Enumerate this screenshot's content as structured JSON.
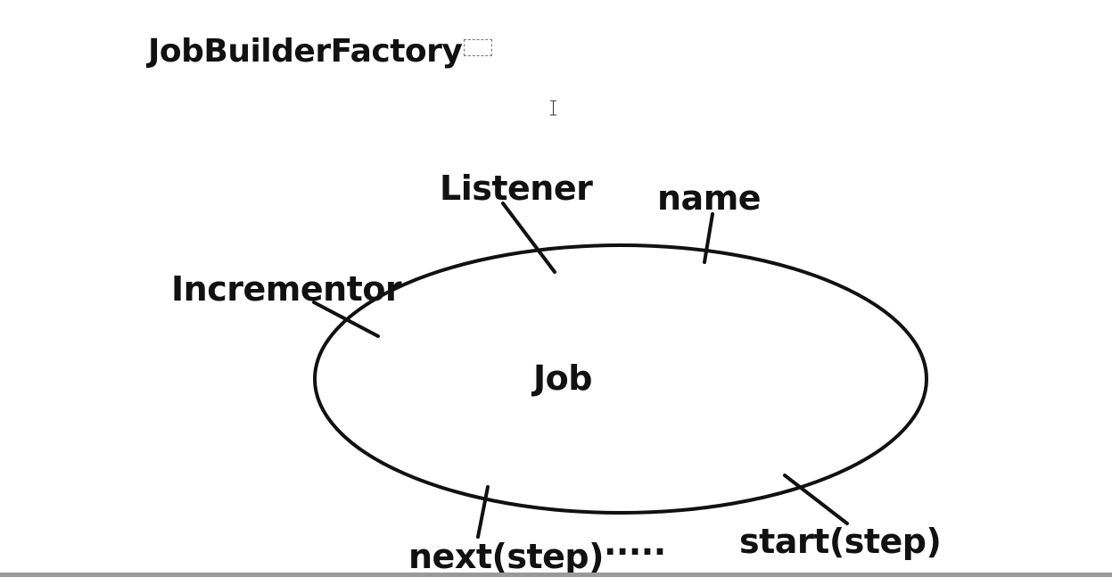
{
  "title": "JobBuilderFactory",
  "diagram": {
    "center_label": "Job",
    "attributes": {
      "listener": "Listener",
      "name": "name",
      "incrementor": "Incrementor",
      "next_step": "next(step)",
      "ellipsis": ".....",
      "start_step": "start(step)"
    }
  },
  "colors": {
    "stroke": "#111111",
    "background": "#ffffff",
    "bottom_bar": "#9a9a9a"
  }
}
